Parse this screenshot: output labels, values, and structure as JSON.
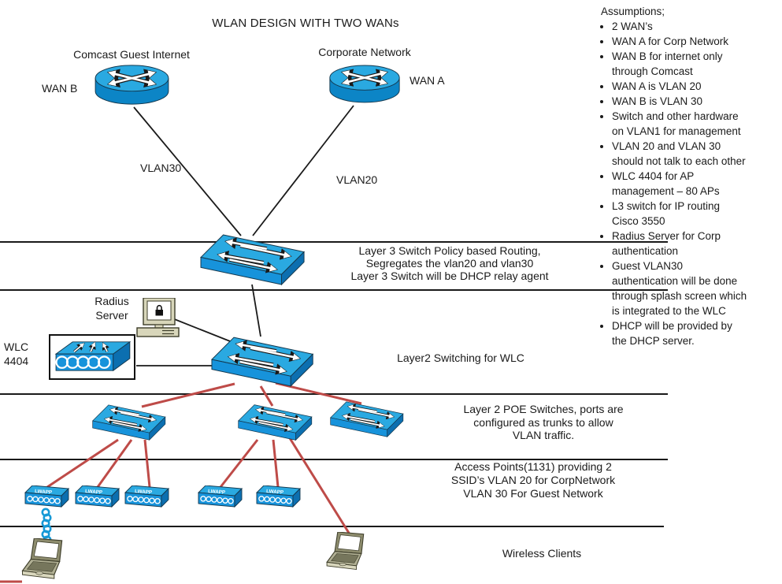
{
  "title": "WLAN DESIGN WITH TWO WANs",
  "wan_b": {
    "label": "Comcast Guest Internet",
    "tag": "WAN B",
    "vlan": "VLAN30"
  },
  "wan_a": {
    "label": "Corporate Network",
    "tag": "WAN A",
    "vlan": "VLAN20"
  },
  "l3_switch_note": "Layer 3 Switch Policy based Routing,\nSegregates the vlan20 and  vlan30\nLayer 3 Switch will be DHCP relay agent",
  "radius_server_label": "Radius\nServer",
  "wlc_label": "WLC\n4404",
  "l2_switch_note": "Layer2 Switching for WLC",
  "poe_note": "Layer 2 POE Switches, ports are\nconfigured as trunks to allow\nVLAN traffic.",
  "ap_note": "Access Points(1131) providing 2\nSSID’s VLAN 20 for CorpNetwork\nVLAN 30 For Guest Network",
  "clients_note": "Wireless Clients",
  "ap_label": "LWAPP",
  "assumptions": {
    "title": "Assumptions;",
    "items": [
      "2 WAN’s",
      "WAN A for Corp Network",
      "WAN B for internet only through Comcast",
      "WAN A is VLAN 20",
      "WAN B is VLAN 30",
      "Switch and other hardware on VLAN1 for management",
      "VLAN 20 and VLAN 30 should not talk to each other",
      "WLC 4404 for AP management – 80 APs",
      "L3 switch for IP routing Cisco 3550",
      "Radius Server for Corp authentication",
      "Guest VLAN30 authentication will be done through splash screen which is integrated to the WLC",
      "DHCP will be provided by the DHCP server."
    ]
  },
  "colors": {
    "cisco_blue_top": "#2aa9e1",
    "cisco_blue_front": "#1793db",
    "cisco_blue_dark": "#0c6fb0",
    "router_body": "#0c85c6",
    "link_red": "#be4b48",
    "line_black": "#1a1a1a",
    "coil_blue": "#1699d6",
    "device_beige": "#d8d6ba",
    "laptop_olive": "#8e8d6e"
  }
}
